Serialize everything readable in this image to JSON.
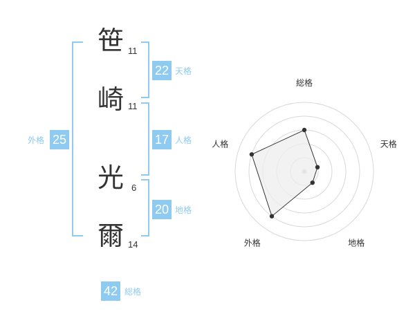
{
  "name_chars": [
    {
      "char": "笹",
      "strokes": "11"
    },
    {
      "char": "崎",
      "strokes": "11"
    },
    {
      "char": "光",
      "strokes": "6"
    },
    {
      "char": "爾",
      "strokes": "14"
    }
  ],
  "fortune": {
    "tenkaku": {
      "value": "22",
      "label": "天格"
    },
    "jinkaku": {
      "value": "17",
      "label": "人格"
    },
    "chikaku": {
      "value": "20",
      "label": "地格"
    },
    "gaikaku": {
      "value": "25",
      "label": "外格"
    },
    "soukaku": {
      "value": "42",
      "label": "総格"
    }
  },
  "chart_data": {
    "type": "radar",
    "axes": [
      "総格",
      "天格",
      "地格",
      "外格",
      "人格"
    ],
    "values": [
      3,
      1,
      1,
      4,
      4
    ],
    "max": 5,
    "colors": {
      "fill": "#eeeeee",
      "line": "#333333",
      "grid": "#d8d8d8",
      "accent": "#8fcbf0"
    }
  }
}
